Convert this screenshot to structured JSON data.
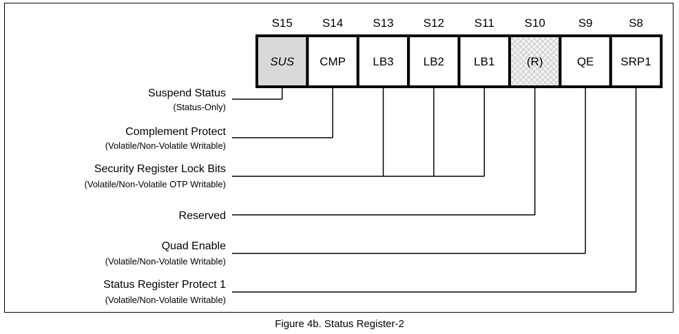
{
  "bits": [
    {
      "id": "S15",
      "name": "SUS",
      "italic": true,
      "fill": "#d9d9d9"
    },
    {
      "id": "S14",
      "name": "CMP"
    },
    {
      "id": "S13",
      "name": "LB3"
    },
    {
      "id": "S12",
      "name": "LB2"
    },
    {
      "id": "S11",
      "name": "LB1"
    },
    {
      "id": "S10",
      "name": "(R)",
      "hatched": true
    },
    {
      "id": "S9",
      "name": "QE"
    },
    {
      "id": "S8",
      "name": "SRP1"
    }
  ],
  "fields": [
    {
      "title": "Suspend Status",
      "subtitle": "(Status-Only)",
      "bits": [
        0
      ]
    },
    {
      "title": "Complement Protect",
      "subtitle": "(Volatile/Non-Volatile Writable)",
      "bits": [
        1
      ]
    },
    {
      "title": "Security Register Lock Bits",
      "subtitle": "(Volatile/Non-Volatile OTP Writable)",
      "bits": [
        2,
        3,
        4
      ]
    },
    {
      "title": "Reserved",
      "subtitle": "",
      "bits": [
        5
      ]
    },
    {
      "title": "Quad Enable",
      "subtitle": "(Volatile/Non-Volatile Writable)",
      "bits": [
        6
      ]
    },
    {
      "title": "Status Register Protect 1",
      "subtitle": "(Volatile/Non-Volatile Writable)",
      "bits": [
        7
      ]
    }
  ],
  "caption": "Figure 4b. Status Register-2",
  "colors": {
    "line": "#000000",
    "sus_fill": "#d9d9d9",
    "hatch": "#c8c8c8"
  }
}
